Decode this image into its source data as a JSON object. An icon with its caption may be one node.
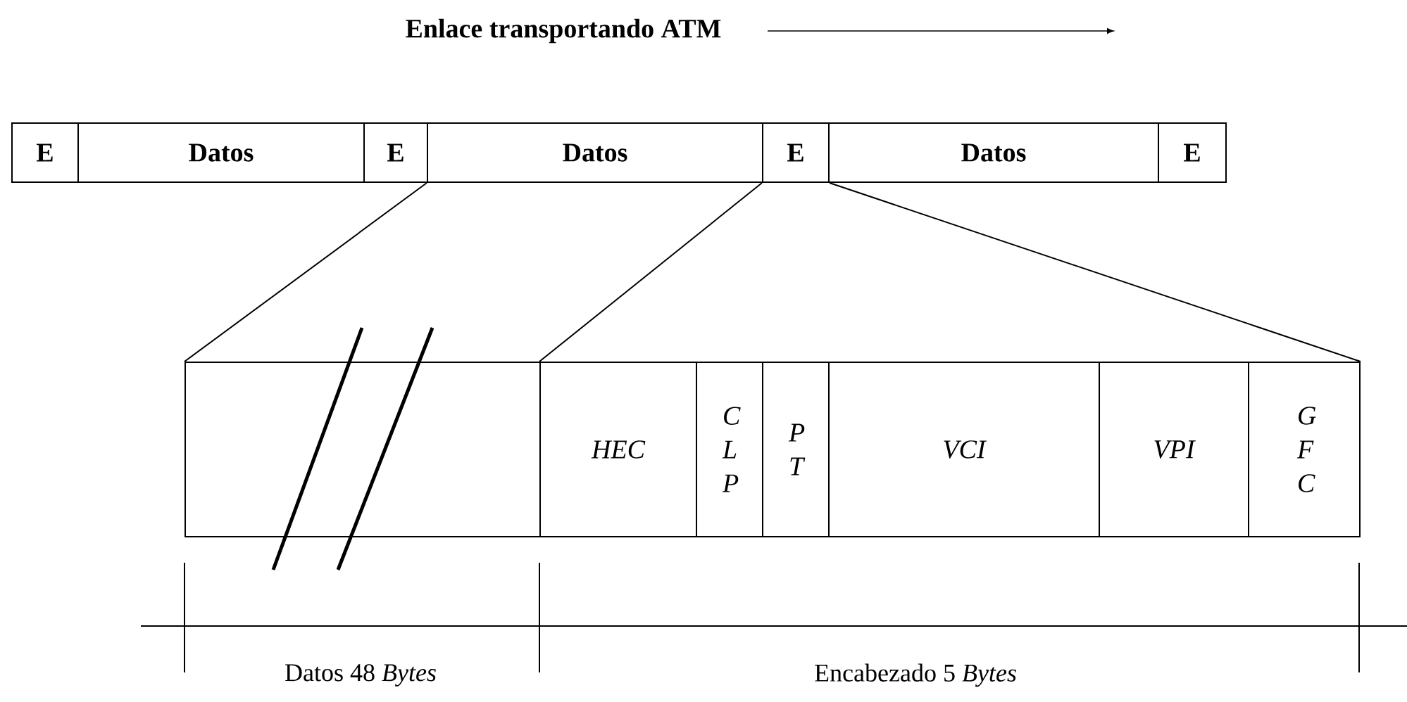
{
  "diagram": {
    "title": "Enlace transportando ATM",
    "nodes": [
      {
        "text": [
          "E"
        ]
      },
      {
        "text": [
          "Datos"
        ]
      },
      {
        "text": [
          "E"
        ]
      },
      {
        "text": [
          "Datos"
        ]
      },
      {
        "text": [
          "E"
        ]
      },
      {
        "text": [
          "Datos"
        ]
      },
      {
        "text": [
          "E"
        ]
      },
      {
        "text": [],
        "shape": "box"
      },
      {
        "text": [
          "HEC"
        ]
      },
      {
        "text": [
          "C L P"
        ]
      },
      {
        "text": [
          "P T"
        ]
      },
      {
        "text": [
          "VCI"
        ]
      },
      {
        "text": [
          "VPI"
        ]
      },
      {
        "text": [
          "G F C"
        ]
      }
    ],
    "edges": [
      {
        "from": 3,
        "to": 7,
        "arrow": "none"
      },
      {
        "from": 4,
        "to": 8,
        "arrow": "none"
      },
      {
        "from": 4,
        "to": 13,
        "arrow": "none"
      }
    ],
    "labels": [
      "Datos 48 *Bytes*",
      "Encabezado 5 *Bytes*"
    ]
  }
}
